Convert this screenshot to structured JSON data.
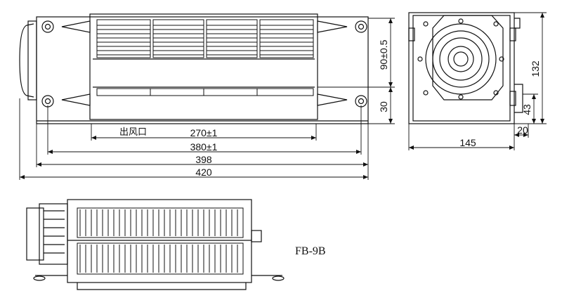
{
  "drawing": {
    "model": "FB-9B",
    "outlet_label": "出风口",
    "dimensions": {
      "outlet_width": "270±1",
      "mounting_pitch": "380±1",
      "body_length": "398",
      "overall_length": "420",
      "outlet_height": "90±0.5",
      "lower_offset": "30",
      "overall_height": "132",
      "side_height": "43",
      "side_depth": "145",
      "flange_width": "20"
    },
    "colors": {
      "line": "#111111",
      "background": "#ffffff"
    }
  }
}
